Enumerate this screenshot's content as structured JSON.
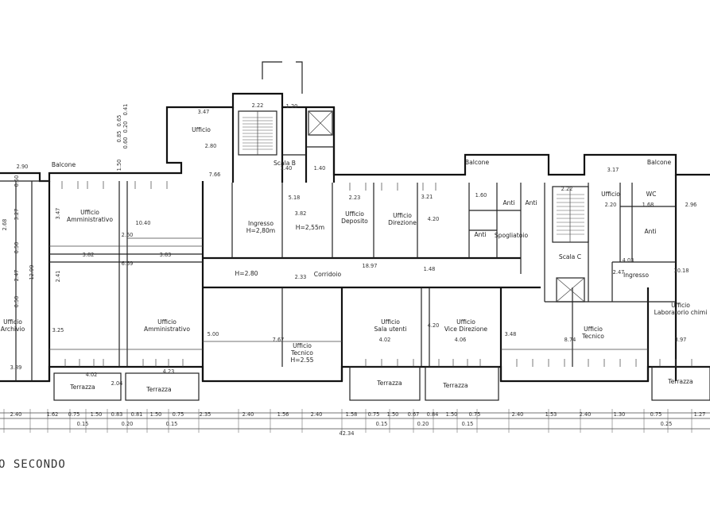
{
  "floor_title": "O SECONDO",
  "rooms": [
    {
      "id": "ufficio-top",
      "lines": [
        "Ufficio"
      ]
    },
    {
      "id": "balcone-left",
      "lines": [
        "Balcone"
      ]
    },
    {
      "id": "scala-b",
      "lines": [
        "Scala B"
      ]
    },
    {
      "id": "ufficio-amministrativo-top",
      "lines": [
        "Ufficio",
        "Amministrativo"
      ]
    },
    {
      "id": "ingresso-b",
      "lines": [
        "Ingresso",
        "H=2,80m"
      ]
    },
    {
      "id": "h-255-a",
      "lines": [
        "H=2,55m"
      ]
    },
    {
      "id": "ufficio-deposito",
      "lines": [
        "Ufficio",
        "Deposito"
      ]
    },
    {
      "id": "ufficio-direzione",
      "lines": [
        "Ufficio",
        "Direzione"
      ]
    },
    {
      "id": "balcone-mid",
      "lines": [
        "Balcone"
      ]
    },
    {
      "id": "anti-1",
      "lines": [
        "Anti"
      ]
    },
    {
      "id": "anti-2",
      "lines": [
        "Anti"
      ]
    },
    {
      "id": "anti-3",
      "lines": [
        "Anti"
      ]
    },
    {
      "id": "spogliatoio",
      "lines": [
        "Spogliatoio"
      ]
    },
    {
      "id": "scala-c",
      "lines": [
        "Scala C"
      ]
    },
    {
      "id": "ufficio-small",
      "lines": [
        "Ufficio"
      ]
    },
    {
      "id": "wc",
      "lines": [
        "WC"
      ]
    },
    {
      "id": "anti-4",
      "lines": [
        "Anti"
      ]
    },
    {
      "id": "balcone-right",
      "lines": [
        "Balcone"
      ]
    },
    {
      "id": "ingresso-c",
      "lines": [
        "Ingresso"
      ]
    },
    {
      "id": "corridoio",
      "lines": [
        "Corridoio"
      ]
    },
    {
      "id": "h-280",
      "lines": [
        "H=2.80"
      ]
    },
    {
      "id": "ufficio-archivio",
      "lines": [
        "Ufficio",
        "Archivio"
      ]
    },
    {
      "id": "ufficio-amministrativo-bottom",
      "lines": [
        "Ufficio",
        "Amministrativo"
      ]
    },
    {
      "id": "ufficio-tecnico-a",
      "lines": [
        "Ufficio",
        "Tecnico",
        "H=2.55"
      ]
    },
    {
      "id": "ufficio-sala-utenti",
      "lines": [
        "Ufficio",
        "Sala utenti"
      ]
    },
    {
      "id": "ufficio-vice-direzione",
      "lines": [
        "Ufficio",
        "Vice Direzione"
      ]
    },
    {
      "id": "ufficio-tecnico-b",
      "lines": [
        "Ufficio",
        "Tecnico"
      ]
    },
    {
      "id": "ufficio-laboratorio",
      "lines": [
        "Ufficio",
        "Laboratorio chimi"
      ]
    },
    {
      "id": "terrazza-1",
      "lines": [
        "Terrazza"
      ]
    },
    {
      "id": "terrazza-2",
      "lines": [
        "Terrazza"
      ]
    },
    {
      "id": "terrazza-3",
      "lines": [
        "Terrazza"
      ]
    },
    {
      "id": "terrazza-4",
      "lines": [
        "Terrazza"
      ]
    },
    {
      "id": "terrazza-5",
      "lines": [
        "Terrazza"
      ]
    }
  ],
  "dimensions": {
    "inner": [
      "3.47",
      "2.80",
      "2.22",
      "1.20",
      "1.40",
      "1.40",
      "2.90",
      "5.18",
      "3.82",
      "2.23",
      "3.21",
      "4.20",
      "1.60",
      "2.22",
      "3.17",
      "2.20",
      "1.68",
      "2.96",
      "10.40",
      "2.60",
      "3.82",
      "3.83",
      "6.69",
      "18.97",
      "4.03",
      "2.47",
      "2.33",
      "1.48",
      "7.66",
      "7.67",
      "4.02",
      "4.06",
      "3.48",
      "8.74",
      "3.97",
      "10.18",
      "3.89",
      "4.02",
      "4.23",
      "2.04",
      "3.25",
      "5.00",
      "4.20"
    ],
    "vertical": [
      "3.27",
      "2.68",
      "2.47",
      "12.99",
      "3.47",
      "2.41",
      "1.50",
      "0.50",
      "0.60",
      "0.85",
      "0.20",
      "0.65",
      "0.41",
      "0.50",
      "0.50"
    ],
    "chain_top": [
      "2.40",
      "1.62",
      "0.75",
      "1.50",
      "0.83",
      "0.81",
      "1.50",
      "0.75",
      "2.35",
      "2.40",
      "1.56",
      "2.40",
      "1.58",
      "0.75",
      "1.50",
      "0.67",
      "0.84",
      "1.50",
      "0.75",
      "2.40",
      "1.53",
      "2.40",
      "1.30",
      "0.75",
      "1.27"
    ],
    "chain_bottom": [
      "0.15",
      "0.20",
      "0.15",
      "0.15",
      "0.20",
      "0.15",
      "0.25"
    ],
    "total": "42.34"
  }
}
